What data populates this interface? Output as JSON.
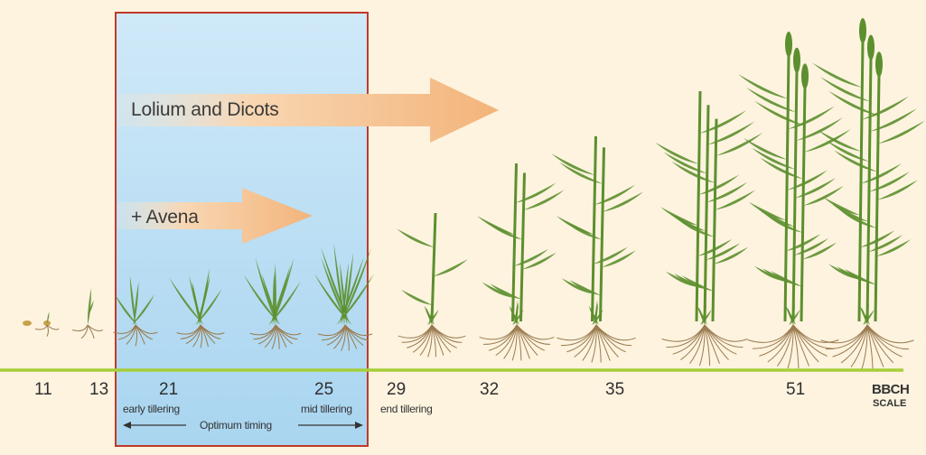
{
  "arrows": {
    "lolium_label": "Lolium and Dicots",
    "avena_label": "+ Avena"
  },
  "stages": [
    {
      "code": "11",
      "note": ""
    },
    {
      "code": "13",
      "note": ""
    },
    {
      "code": "21",
      "note": "early tillering"
    },
    {
      "code": "25",
      "note": "mid tillering"
    },
    {
      "code": "29",
      "note": "end tillering"
    },
    {
      "code": "32",
      "note": ""
    },
    {
      "code": "35",
      "note": ""
    },
    {
      "code": "51",
      "note": ""
    }
  ],
  "timing_label": "Optimum timing",
  "scale": {
    "line1": "BBCH",
    "line2": "SCALE"
  },
  "colors": {
    "background": "#fdf3df",
    "optimum_window": "#bfe0f5",
    "window_border": "#c0392b",
    "arrow_fill": "#f6c79a",
    "baseline": "#a6cf3a",
    "leaf": "#5c8f2e",
    "root": "#9a7b4f"
  }
}
